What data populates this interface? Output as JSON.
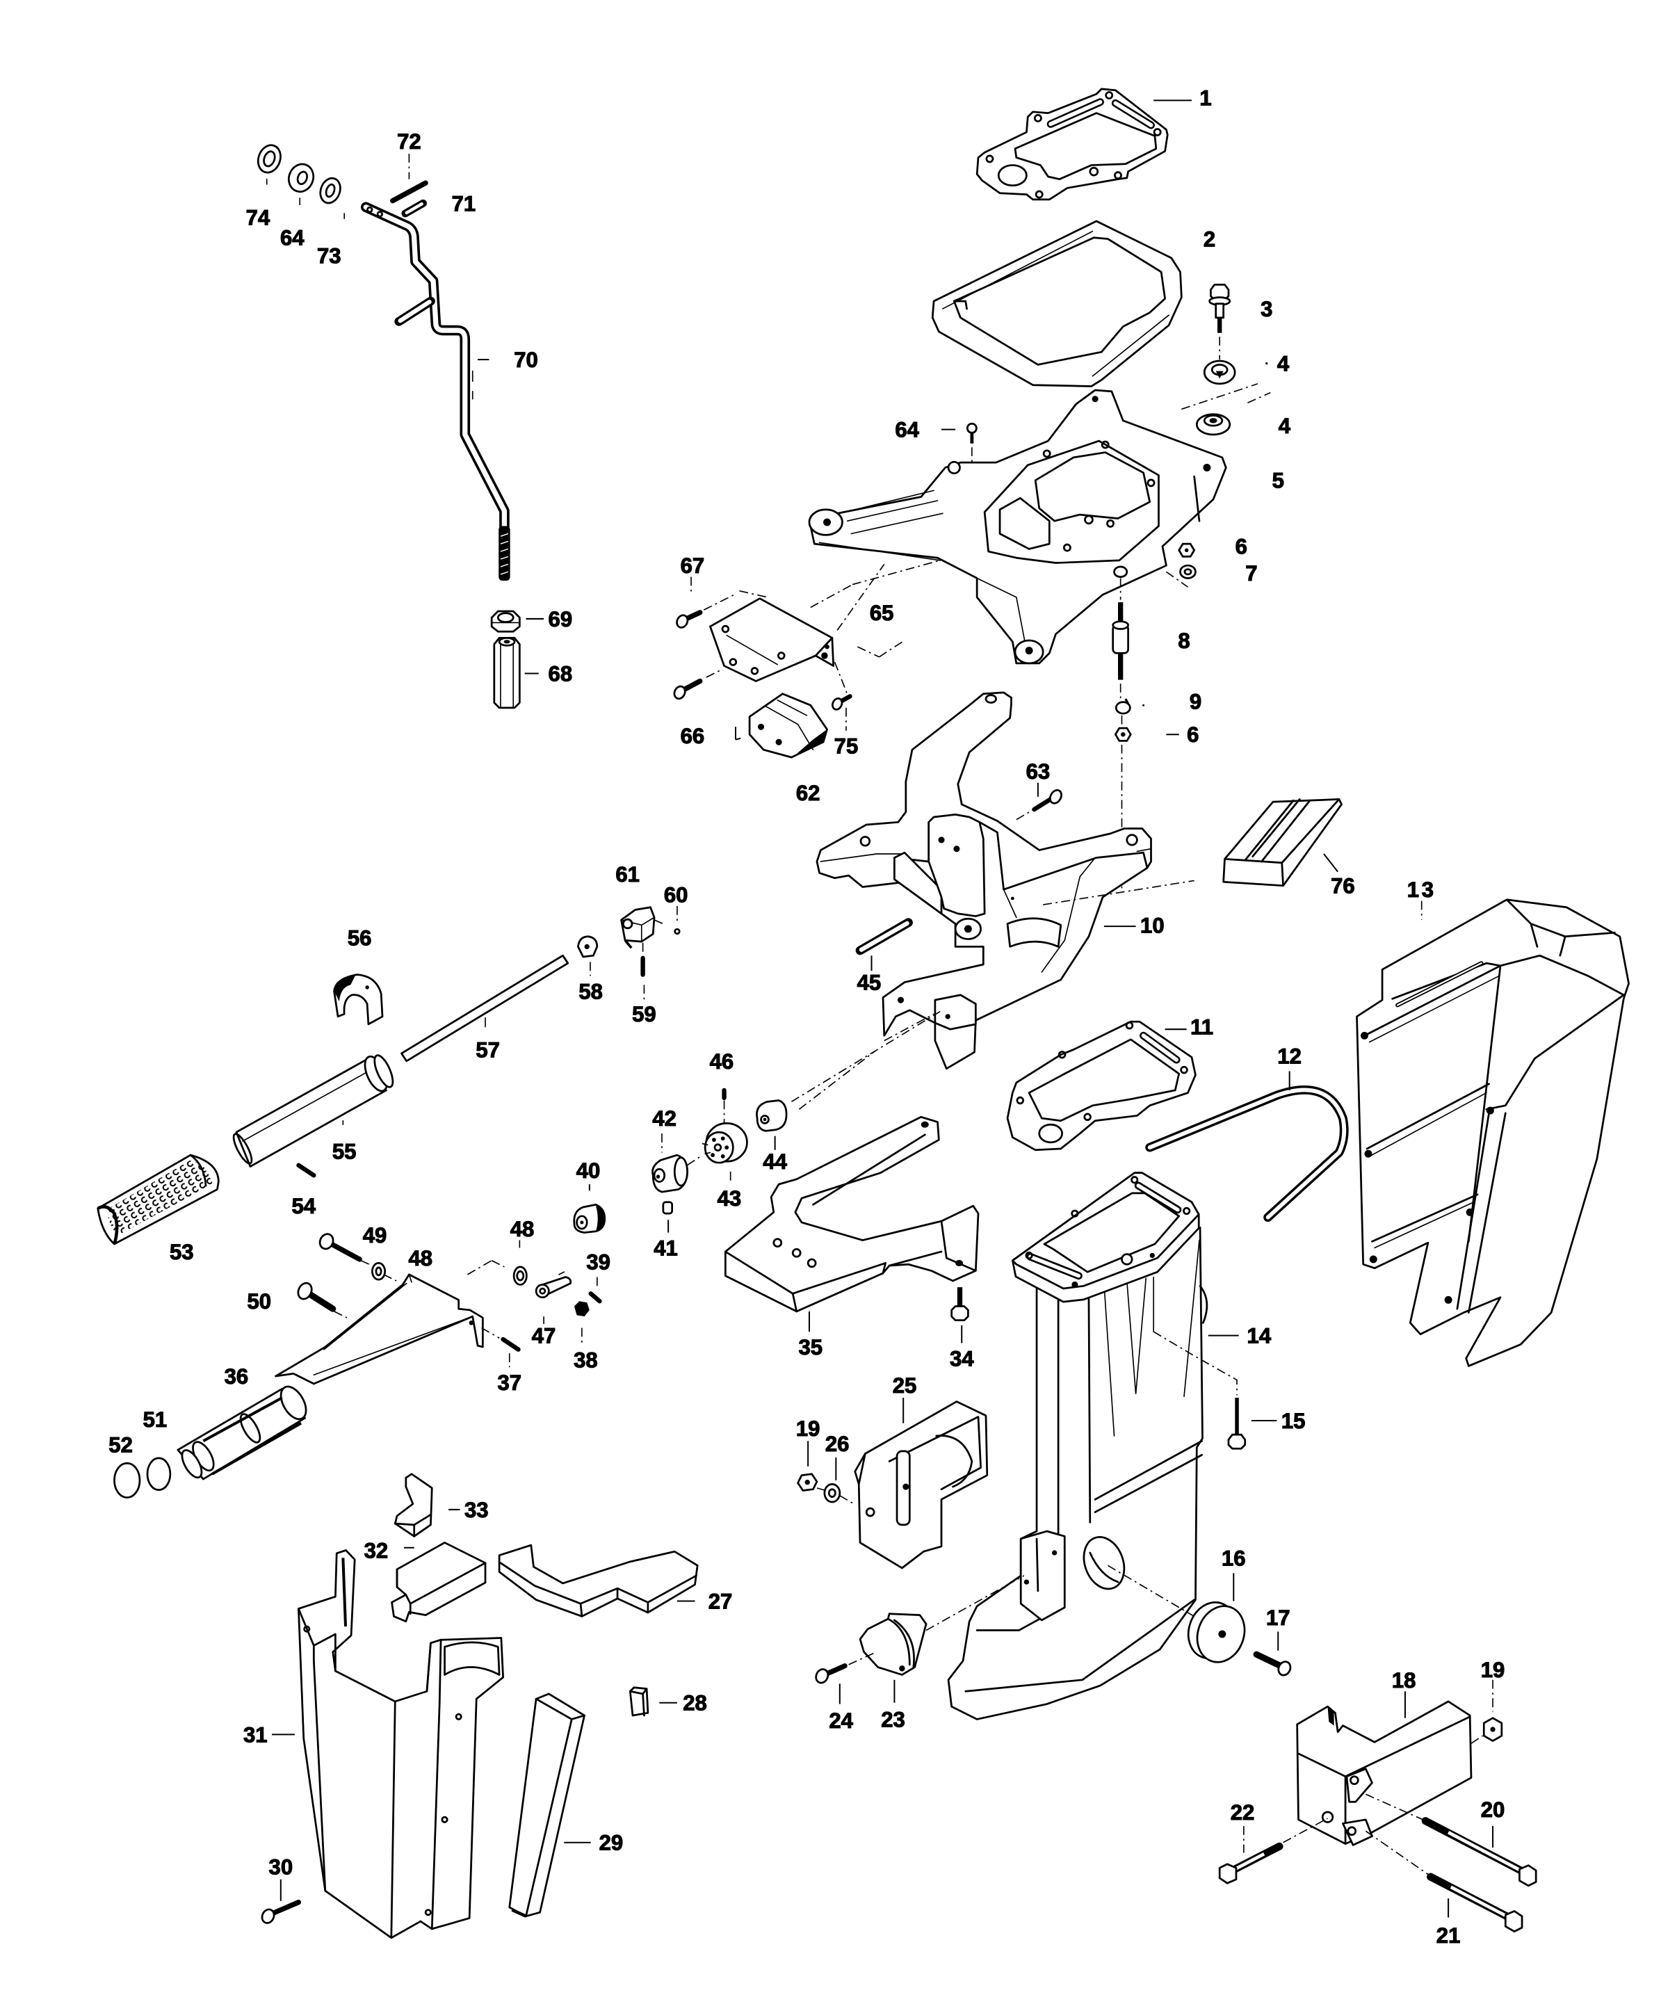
{
  "diagram": {
    "kind": "exploded parts view",
    "callouts": [
      "1",
      "2",
      "3",
      "4",
      "4",
      "64",
      "5",
      "6",
      "7",
      "8",
      "9",
      "6",
      "67",
      "65",
      "66",
      "75",
      "62",
      "63",
      "76",
      "13",
      "10",
      "45",
      "61",
      "60",
      "56",
      "58",
      "59",
      "57",
      "11",
      "12",
      "46",
      "42",
      "44",
      "55",
      "43",
      "40",
      "41",
      "54",
      "53",
      "49",
      "48",
      "48",
      "39",
      "50",
      "47",
      "38",
      "37",
      "36",
      "35",
      "34",
      "14",
      "15",
      "51",
      "52",
      "25",
      "19",
      "26",
      "33",
      "32",
      "27",
      "16",
      "17",
      "28",
      "31",
      "24",
      "23",
      "18",
      "19",
      "22",
      "20",
      "29",
      "30",
      "21",
      "72",
      "71",
      "74",
      "64",
      "73",
      "70",
      "69",
      "68"
    ]
  },
  "colors": {
    "ink": "#000000",
    "paper": "#ffffff"
  }
}
